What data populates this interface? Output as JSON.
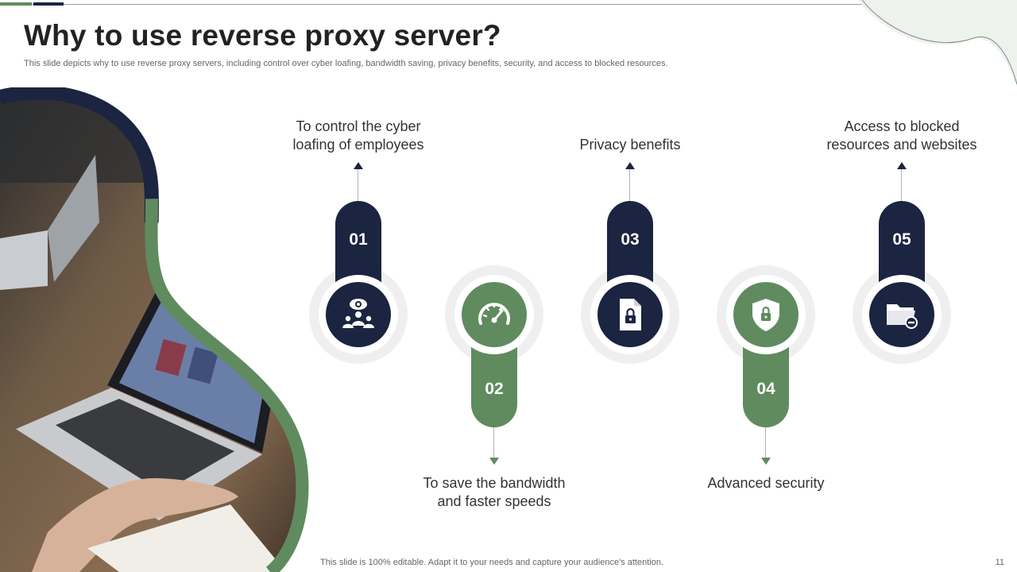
{
  "slide": {
    "title": "Why to use reverse proxy server?",
    "subtitle": "This slide depicts why to use reverse proxy  servers, including control over cyber loafing, bandwidth saving, privacy  benefits, security, and access to blocked resources.",
    "footer": "This slide is 100% editable. Adapt it to your needs and capture your audience's attention.",
    "page_number": "11"
  },
  "colors": {
    "navy": "#1b2440",
    "green": "#5f8b5f",
    "halo": "#efefef"
  },
  "steps": [
    {
      "number": "01",
      "label_line1": "To control the cyber",
      "label_line2": "loafing of employees",
      "icon": "team-monitoring-icon",
      "color": "navy",
      "position": "top"
    },
    {
      "number": "02",
      "label_line1": "To save the bandwidth",
      "label_line2": "and faster speeds",
      "icon": "speedometer-icon",
      "color": "green",
      "position": "bottom"
    },
    {
      "number": "03",
      "label_line1": "Privacy benefits",
      "label_line2": "",
      "icon": "locked-document-icon",
      "color": "navy",
      "position": "top"
    },
    {
      "number": "04",
      "label_line1": "Advanced security",
      "label_line2": "",
      "icon": "shield-lock-icon",
      "color": "green",
      "position": "bottom"
    },
    {
      "number": "05",
      "label_line1": "Access to blocked",
      "label_line2": "resources and websites",
      "icon": "folder-blocked-icon",
      "color": "navy",
      "position": "top"
    }
  ]
}
